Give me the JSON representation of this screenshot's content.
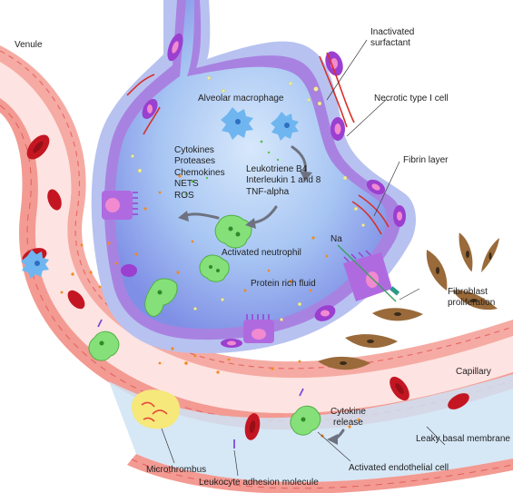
{
  "labels": {
    "venule": "Venule",
    "inactivated_surfactant": "Inactivated\nsurfactant",
    "necrotic_type_i_cell": "Necrotic type I cell",
    "alveolar_macrophage": "Alveolar macrophage",
    "mediators_left": "Cytokines\nProteases\nChemokines\nNETS\nROS",
    "mediators_right": "Leukotriene B4\nInterleukin 1 and 8\nTNF-alpha",
    "fibrin_layer": "Fibrin layer",
    "activated_neutrophil": "Activated neutrophil",
    "na": "Na",
    "protein_rich_fluid": "Protein rich fluid",
    "fibroblast_proliferation": "Fibroblast\nproliferation",
    "capillary": "Capillary",
    "cytokine_release": "Cytokine\nrelease",
    "leaky_basal_membrane": "Leaky basal membrane",
    "microthrombus": "Microthrombus",
    "activated_endothelial_cell": "Activated endothelial cell",
    "leukocyte_adhesion_molecule": "Leukocyte adhesion molecule"
  },
  "colors": {
    "alveolus_fill": "#7f8fe6",
    "alveolus_wall": "#b8c2f0",
    "epithelial_cell": "#9b3fd0",
    "vessel_wall": "#f39a92",
    "vessel_lumen": "#cfe3f5",
    "red_blood_cell": "#c41622",
    "neutrophil": "#86e07a",
    "macrophage": "#6fb6f0",
    "fibroblast": "#9a6a3a",
    "microthrombus": "#f6e87a"
  }
}
